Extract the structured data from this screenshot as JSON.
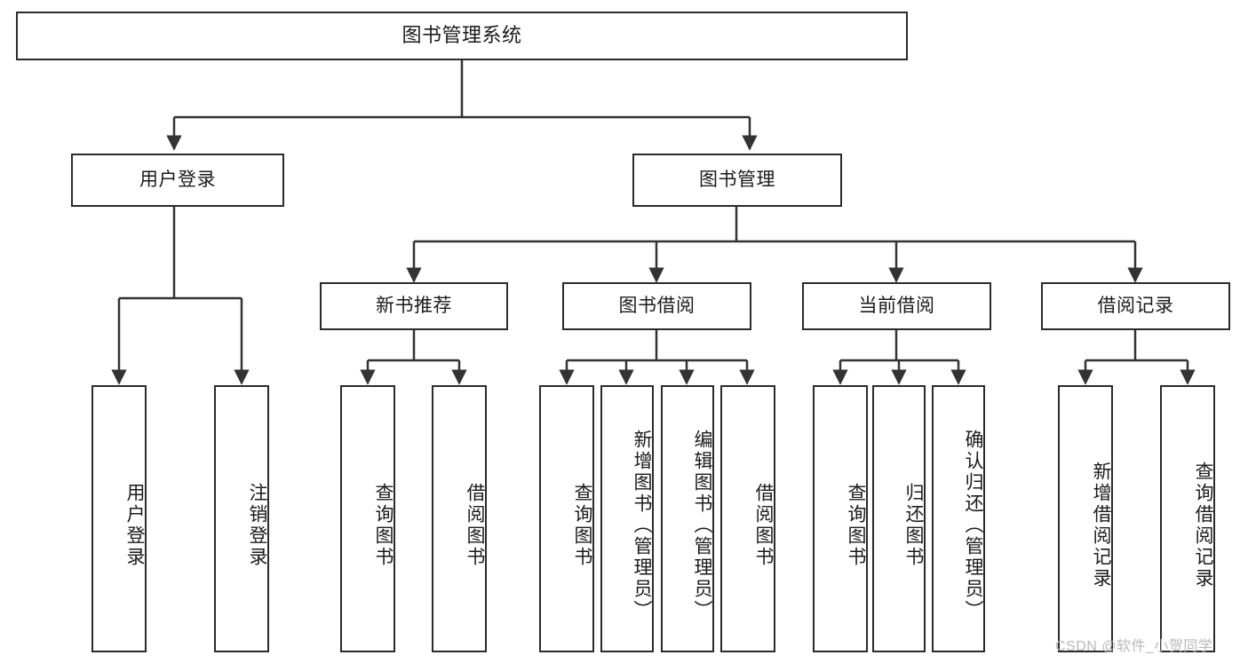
{
  "diagram": {
    "title": "图书管理系统",
    "type": "tree-hierarchy-chart",
    "colors": {
      "background": "#ffffff",
      "box_border": "#2b2b2b",
      "box_fill": "#ffffff",
      "edge": "#333333",
      "text": "#1b1b1b",
      "watermark": "#b9b9b9"
    },
    "root": {
      "label": "图书管理系统"
    },
    "level2": [
      {
        "label": "用户登录"
      },
      {
        "label": "图书管理"
      }
    ],
    "level3": [
      {
        "label": "新书推荐"
      },
      {
        "label": "图书借阅"
      },
      {
        "label": "当前借阅"
      },
      {
        "label": "借阅记录"
      }
    ],
    "leaves": {
      "user_login": [
        {
          "label": "用户登录"
        },
        {
          "label": "注销登录"
        }
      ],
      "new_book_recommend": [
        {
          "label": "查询图书"
        },
        {
          "label": "借阅图书"
        }
      ],
      "book_borrow": [
        {
          "label": "查询图书"
        },
        {
          "label": "新增图书（管理员）"
        },
        {
          "label": "编辑图书（管理员）"
        },
        {
          "label": "借阅图书"
        }
      ],
      "current_borrow": [
        {
          "label": "查询图书"
        },
        {
          "label": "归还图书"
        },
        {
          "label": "确认归还（管理员）"
        }
      ],
      "borrow_record": [
        {
          "label": "新增借阅记录"
        },
        {
          "label": "查询借阅记录"
        }
      ]
    },
    "watermark": "CSDN @软件_小贺同学"
  }
}
